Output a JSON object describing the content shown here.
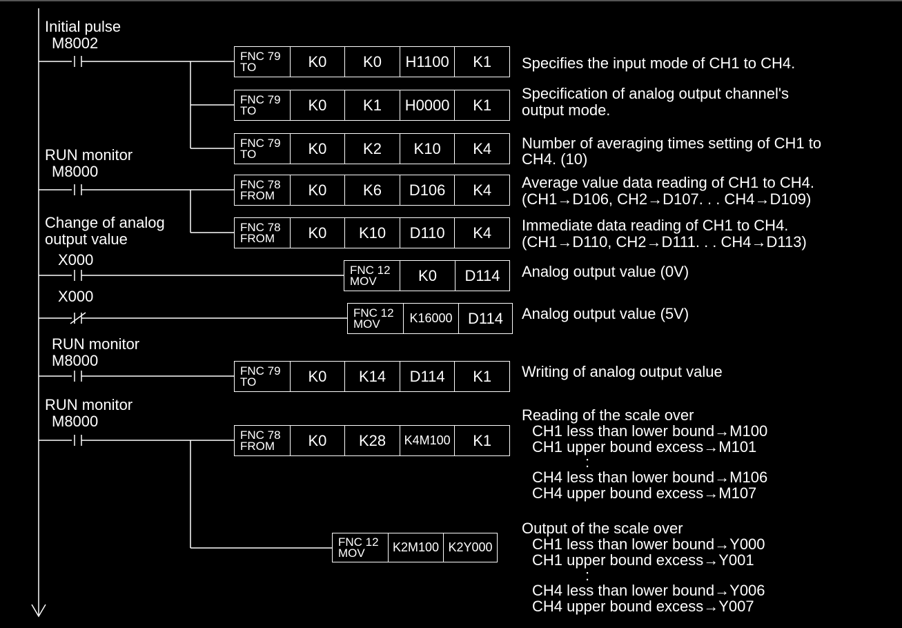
{
  "labels": {
    "initial_pulse": "Initial pulse",
    "m8002": "M8002",
    "run_monitor_1": "RUN monitor",
    "m8000_1": "M8000",
    "change_analog_1": "Change of analog",
    "change_analog_2": "output value",
    "x000_a": "X000",
    "x000_b": "X000",
    "run_monitor_2": "RUN monitor",
    "m8000_2": "M8000",
    "run_monitor_3": "RUN monitor",
    "m8000_3": "M8000"
  },
  "blocks": [
    {
      "fnc": "FNC 79",
      "op": "TO",
      "args": [
        "K0",
        "K0",
        "H1100",
        "K1"
      ]
    },
    {
      "fnc": "FNC 79",
      "op": "TO",
      "args": [
        "K0",
        "K1",
        "H0000",
        "K1"
      ]
    },
    {
      "fnc": "FNC 79",
      "op": "TO",
      "args": [
        "K0",
        "K2",
        "K10",
        "K4"
      ]
    },
    {
      "fnc": "FNC 78",
      "op": "FROM",
      "args": [
        "K0",
        "K6",
        "D106",
        "K4"
      ]
    },
    {
      "fnc": "FNC 78",
      "op": "FROM",
      "args": [
        "K0",
        "K10",
        "D110",
        "K4"
      ]
    },
    {
      "fnc": "FNC 12",
      "op": "MOV",
      "args": [
        "K0",
        "D114"
      ]
    },
    {
      "fnc": "FNC 12",
      "op": "MOV",
      "args": [
        "K16000",
        "D114"
      ]
    },
    {
      "fnc": "FNC 79",
      "op": "TO",
      "args": [
        "K0",
        "K14",
        "D114",
        "K1"
      ]
    },
    {
      "fnc": "FNC 78",
      "op": "FROM",
      "args": [
        "K0",
        "K28",
        "K4M100",
        "K1"
      ]
    },
    {
      "fnc": "FNC 12",
      "op": "MOV",
      "args": [
        "K2M100",
        "K2Y000"
      ]
    }
  ],
  "comments": {
    "c1": "Specifies the input mode of CH1 to CH4.",
    "c2a": "Specification of analog output channel's",
    "c2b": "output mode.",
    "c3a": "Number of averaging times setting of CH1 to",
    "c3b": "CH4. (10)",
    "c4a": "Average value data reading of CH1 to CH4.",
    "c4b": " (CH1→D106, CH2→D107. . . CH4→D109)",
    "c5a": "Immediate data reading of CH1 to CH4.",
    "c5b": " (CH1→D110, CH2→D111. . . CH4→D113)",
    "c6": "Analog output value (0V)",
    "c7": "Analog output value (5V)",
    "c8": "Writing of analog output value",
    "c9_title": "Reading of the scale over",
    "c9_lines": [
      "CH1 less than lower bound→M100",
      "CH1 upper bound excess→M101",
      ":",
      "CH4 less than lower bound→M106",
      "CH4 upper bound excess→M107"
    ],
    "c10_title": "Output of the scale over",
    "c10_lines": [
      "CH1 less than lower bound→Y000",
      "CH1 upper bound excess→Y001",
      ":",
      "CH4 less than lower bound→Y006",
      "CH4 upper bound excess→Y007"
    ]
  }
}
